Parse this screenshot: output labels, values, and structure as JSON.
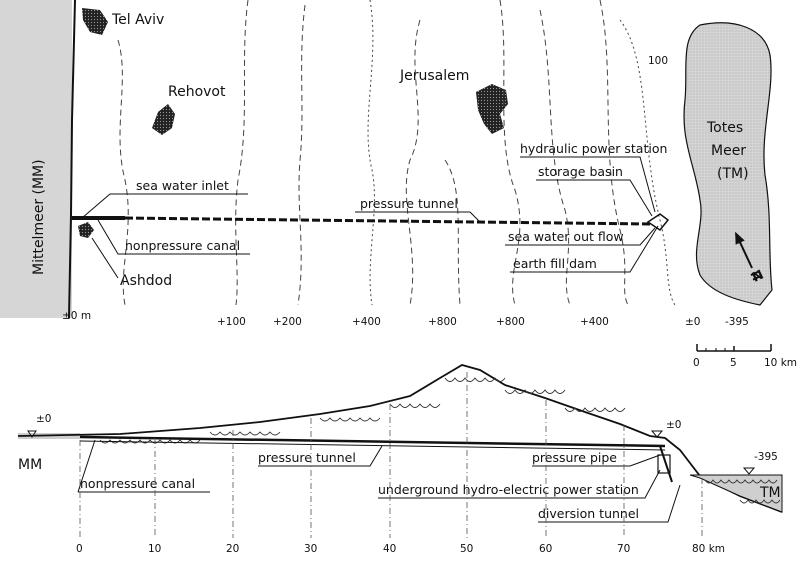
{
  "places": {
    "tel_aviv": "Tel Aviv",
    "rehovot": "Rehovot",
    "jerusalem": "Jerusalem",
    "ashdod": "Ashdod",
    "mittelmeer": "Mittelmeer (MM)",
    "totes_meer_1": "Totes",
    "totes_meer_2": "Meer",
    "totes_meer_3": "(TM)"
  },
  "map_labels": {
    "sea_water_inlet": "sea water inlet",
    "nonpressure_canal": "nonpressure canal",
    "pressure_tunnel": "pressure tunnel",
    "hydraulic_power_station": "hydraulic power station",
    "storage_basin": "storage basin",
    "sea_water_out_flow": "sea water out flow",
    "earth_fill_dam": "earth fill dam",
    "north": "N"
  },
  "elevations": {
    "sea": "±0 m",
    "e100a": "+100",
    "e200": "+200",
    "e400a": "+400",
    "e800a": "+800",
    "e800b": "+800",
    "e400b": "+400",
    "e0": "±0",
    "e395": "-395",
    "contour100": "100"
  },
  "scale_bar": {
    "ticks": [
      "0",
      "5",
      "10 km"
    ]
  },
  "profile_labels": {
    "mm": "MM",
    "tm": "TM",
    "level_left": "±0",
    "level_right": "±0",
    "level_tm": "-395",
    "pressure_tunnel": "pressure tunnel",
    "pressure_pipe": "pressure pipe",
    "nonpressure_canal": "nonpressure canal",
    "underground_station": "underground hydro-electric power station",
    "diversion_tunnel": "diversion tunnel"
  },
  "profile_axis": {
    "ticks": [
      "0",
      "10",
      "20",
      "30",
      "40",
      "50",
      "60",
      "70",
      "80 km"
    ]
  }
}
